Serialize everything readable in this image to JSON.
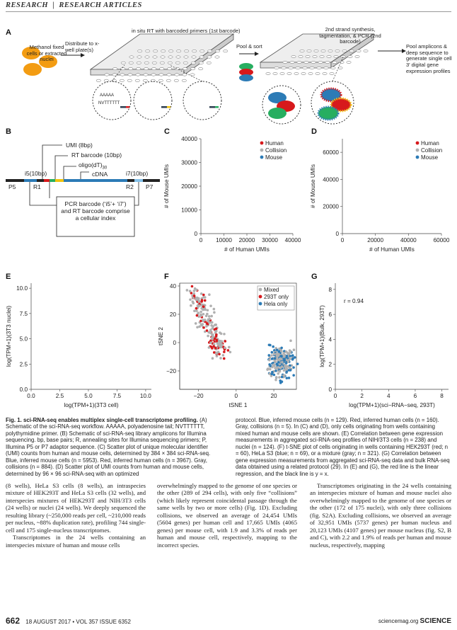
{
  "header": {
    "section": "RESEARCH",
    "sub": "RESEARCH ARTICLES"
  },
  "panels": {
    "A": {
      "label": "A",
      "methanol": "Methanol fixed cells or extracted nuclei",
      "distribute": "Distribute to x-well plate(s)",
      "insitu": "in situ RT with barcoded primers (1st barcode)",
      "pool": "Pool & sort",
      "second": "2nd strand synthesis, tagmentation, & PCR (2nd barcode)",
      "poolamp": "Pool amplicons & deep sequence to generate single cell 3′ digital gene expression profiles",
      "polyA": "AAAAA",
      "polyT": "NVTTTTTT"
    },
    "B": {
      "label": "B",
      "umi": "UMI (8bp)",
      "rt": "RT barcode (10bp)",
      "oligo": "oligo(dT)",
      "oligo_sub": "30",
      "cdna": "cDNA",
      "i5": "i5(10bp)",
      "i7": "i7(10bp)",
      "p5": "P5",
      "r1": "R1",
      "r2": "R2",
      "p7": "P7",
      "box": "PCR barcode (‘i5’+ ‘i7’) and RT barcode comprise a cellular index"
    },
    "C": {
      "label": "C",
      "xlabel": "# of Human UMIs",
      "ylabel": "# of Mouse UMIs",
      "legend": [
        "Human",
        "Collision",
        "Mouse"
      ],
      "colors": [
        "#d7191c",
        "#b0b0b0",
        "#2c7bb6"
      ]
    },
    "D": {
      "label": "D",
      "xlabel": "# of Human UMIs",
      "ylabel": "# of Mouse UMIs",
      "legend": [
        "Human",
        "Collision",
        "Mouse"
      ]
    },
    "E": {
      "label": "E",
      "xlabel": "log(TPM+1)(3T3 cell)",
      "ylabel": "log(TPM+1)(3T3 nuclei)"
    },
    "F": {
      "label": "F",
      "xlabel": "tSNE 1",
      "ylabel": "tSNE 2",
      "legend": [
        "Mixed",
        "293T only",
        "Hela only"
      ],
      "colors": [
        "#b0b0b0",
        "#d7191c",
        "#2c7bb6"
      ]
    },
    "G": {
      "label": "G",
      "xlabel": "log(TPM+1)(sci−RNA−seq, 293T)",
      "ylabel": "log(TPM+1)(Bulk, 293T)",
      "r": "r = 0.94"
    }
  },
  "chart_data": [
    {
      "type": "scatter",
      "panel": "C",
      "xlim": [
        0,
        40000
      ],
      "ylim": [
        0,
        40000
      ],
      "xticks": [
        "0",
        "10000",
        "20000",
        "30000",
        "40000"
      ],
      "yticks": [
        "0",
        "10000",
        "20000",
        "30000",
        "40000"
      ]
    },
    {
      "type": "scatter",
      "panel": "D",
      "xlim": [
        0,
        60000
      ],
      "ylim": [
        0,
        70000
      ],
      "xticks": [
        "0",
        "20000",
        "40000",
        "60000"
      ],
      "yticks": [
        "0",
        "20000",
        "40000",
        "60000"
      ]
    },
    {
      "type": "scatter",
      "panel": "E",
      "xlim": [
        0,
        10.5
      ],
      "ylim": [
        0,
        10.5
      ],
      "xticks": [
        "0.0",
        "2.5",
        "5.0",
        "7.5",
        "10.0"
      ],
      "yticks": [
        "0.0",
        "2.5",
        "5.0",
        "7.5",
        "10.0"
      ]
    },
    {
      "type": "scatter",
      "panel": "F",
      "xlim": [
        -30,
        32
      ],
      "ylim": [
        -33,
        42
      ],
      "xticks": [
        "−20",
        "0",
        "20"
      ],
      "yticks": [
        "−20",
        "0",
        "20",
        "40"
      ],
      "series": [
        {
          "name": "Mixed"
        },
        {
          "name": "293T only"
        },
        {
          "name": "Hela only"
        }
      ]
    },
    {
      "type": "scatter",
      "panel": "G",
      "xlim": [
        0,
        8.5
      ],
      "ylim": [
        0,
        8.5
      ],
      "xticks": [
        "0",
        "2",
        "4",
        "6",
        "8"
      ],
      "yticks": [
        "0",
        "2",
        "4",
        "6",
        "8"
      ]
    }
  ],
  "caption": {
    "title": "Fig. 1. sci-RNA-seq enables multiplex single-cell transcriptome profiling.",
    "left": "(A) Schematic of the sci-RNA-seq workflow. AAAAA, polyadenosine tail; NVTTTTTT, polythymidine primer. (B) Schematic of sci-RNA-seq library amplicons for Illumina sequencing. bp, base pairs; R, annealing sites for Illumina sequencing primers; P, Illumina P5 or P7 adaptor sequence. (C) Scatter plot of unique molecular identifier (UMI) counts from human and mouse cells, determined by 384 × 384 sci-RNA-seq. Blue, inferred mouse cells (n = 5953). Red, inferred human cells (n = 3967). Gray, collisions (n = 884). (D) Scatter plot of UMI counts from human and mouse cells, determined by 96 × 96 sci-RNA-seq with an optimized",
    "right": "protocol. Blue, inferred mouse cells (n = 129). Red, inferred human cells (n = 160). Gray, collisions (n = 5). In (C) and (D), only cells originating from wells containing mixed human and mouse cells are shown. (E) Correlation between gene expression measurements in aggregated sci-RNA-seq profiles of NIH/3T3 cells (n = 238) and nuclei (n = 124). (F) t-SNE plot of cells originating in wells containing HEK293T (red; n = 60), HeLa S3 (blue; n = 69), or a mixture (gray; n = 321). (G) Correlation between gene expression measurements from aggregated sci-RNA-seq data and bulk RNA-seq data obtained using a related protocol (29). In (E) and (G), the red line is the linear regression, and the black line is y = x."
  },
  "body": {
    "col1": "(8 wells), HeLa S3 cells (8 wells), an intraspecies mixture of HEK293T and HeLa S3 cells (32 wells), and interspecies mixtures of HEK293T and NIH/3T3 cells (24 wells) or nuclei (24 wells). We deeply sequenced the resulting library (~250,000 reads per cell, ~210,000 reads per nucleus, ~88% duplication rate), profiling 744 single-cell and 175 single-nucleus transcriptomes.",
    "col1b": "Transcriptomes in the 24 wells containing an interspecies mixture of human and mouse cells",
    "col2": "overwhelmingly mapped to the genome of one species or the other (289 of 294 cells), with only five “collisions” (which likely represent coincidental passage through the same wells by two or more cells) (Fig. 1D). Excluding collisions, we observed an average of 24,454 UMIs (5604 genes) per human cell and 17,665 UMIs (4065 genes) per mouse cell, with 1.9 and 3.3% of reads per human and mouse cell, respectively, mapping to the incorrect species.",
    "col3": "Transcriptomes originating in the 24 wells containing an interspecies mixture of human and mouse nuclei also overwhelmingly mapped to the genome of one species or the other (172 of 175 nuclei), with only three collisions (fig. S2A). Excluding collisions, we observed an average of 32,951 UMIs (5737 genes) per human nucleus and 20,123 UMIs (4107 genes) per mouse nucleus (fig. S2, B and C), with 2.2 and 1.9% of reads per human and mouse nucleus, respectively, mapping"
  },
  "footer": {
    "page": "662",
    "date": "18 AUGUST 2017 • VOL 357 ISSUE 6352",
    "site": "sciencemag.org",
    "journal": "SCIENCE"
  }
}
